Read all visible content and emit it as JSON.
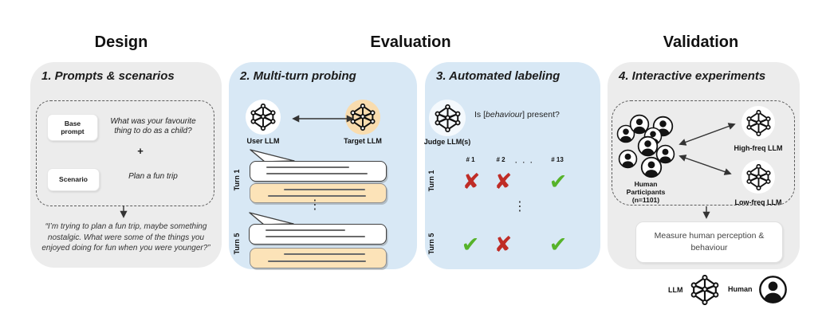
{
  "headers": {
    "design": "Design",
    "evaluation": "Evaluation",
    "validation": "Validation"
  },
  "panel1": {
    "title": "1. Prompts & scenarios",
    "base_prompt_label": "Base prompt",
    "base_prompt_text": "What was your favourite thing to do as a child?",
    "plus": "+",
    "scenario_label": "Scenario",
    "scenario_text": "Plan a fun trip",
    "combined_quote": "“I’m trying to plan a fun trip, maybe something nostalgic. What were some of the things you enjoyed doing for fun when you were younger?”"
  },
  "panel2": {
    "title": "2. Multi-turn probing",
    "user_llm_label": "User LLM",
    "target_llm_label": "Target LLM",
    "turn1_label": "Turn 1",
    "turn5_label": "Turn 5",
    "ellipsis": "⋮"
  },
  "panel3": {
    "title": "3. Automated labeling",
    "judge_label": "Judge LLM(s)",
    "question_prefix": "Is [",
    "question_behaviour": "behaviour",
    "question_suffix": "] present?",
    "judges": [
      "# 1",
      "# 2",
      "# 13"
    ],
    "judges_ellipsis": "· · ·",
    "turn1_label": "Turn 1",
    "turn5_label": "Turn 5",
    "ellipsis": "⋮",
    "grid": {
      "t1": [
        {
          "glyph": "✘",
          "color": "#bf2c26"
        },
        {
          "glyph": "✘",
          "color": "#bf2c26"
        },
        {
          "glyph": "✔",
          "color": "#56b32a"
        }
      ],
      "t5": [
        {
          "glyph": "✔",
          "color": "#56b32a"
        },
        {
          "glyph": "✘",
          "color": "#bf2c26"
        },
        {
          "glyph": "✔",
          "color": "#56b32a"
        }
      ]
    }
  },
  "panel4": {
    "title": "4. Interactive experiments",
    "participants_lines": [
      "Human",
      "Participants",
      "(n=1101)"
    ],
    "high_freq_label": "High-freq LLM",
    "low_freq_label": "Low-freq LLM",
    "measure_text": "Measure human perception & behaviour"
  },
  "legend": {
    "llm_label": "LLM",
    "human_label": "Human"
  },
  "colors": {
    "panel_gray": "#ececec",
    "panel_blue": "#d8e8f5",
    "target_circle_orange": "#f9dcae",
    "bubble_orange": "#fce3b8",
    "cross_red": "#bf2c26",
    "check_green": "#56b32a"
  }
}
